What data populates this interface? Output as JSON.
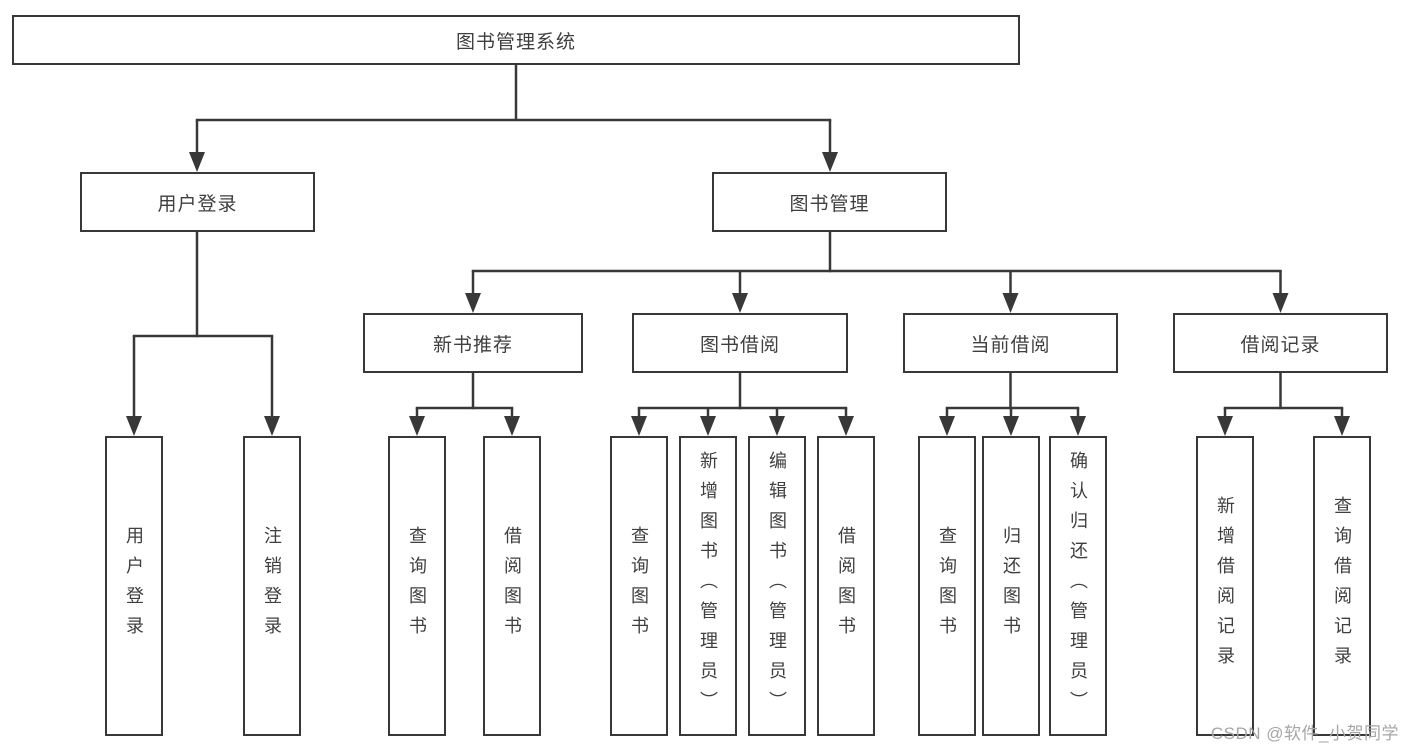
{
  "root": {
    "label": "图书管理系统"
  },
  "level2": [
    {
      "label": "用户登录"
    },
    {
      "label": "图书管理"
    }
  ],
  "level3": [
    {
      "label": "新书推荐"
    },
    {
      "label": "图书借阅"
    },
    {
      "label": "当前借阅"
    },
    {
      "label": "借阅记录"
    }
  ],
  "leaves": {
    "user_login": [
      "用户登录",
      "注销登录"
    ],
    "new_book": [
      "查询图书",
      "借阅图书"
    ],
    "book_borrow": [
      "查询图书",
      "新增图书（管理员）",
      "编辑图书（管理员）",
      "借阅图书"
    ],
    "current_borrow": [
      "查询图书",
      "归还图书",
      "确认归还（管理员）"
    ],
    "borrow_record": [
      "新增借阅记录",
      "查询借阅记录"
    ]
  },
  "watermark": "CSDN @软件_小贺同学",
  "colors": {
    "line": "#383838",
    "box_border": "#383838",
    "text": "#3f3f3f",
    "background": "#ffffff",
    "watermark": "#a6a6a6"
  }
}
